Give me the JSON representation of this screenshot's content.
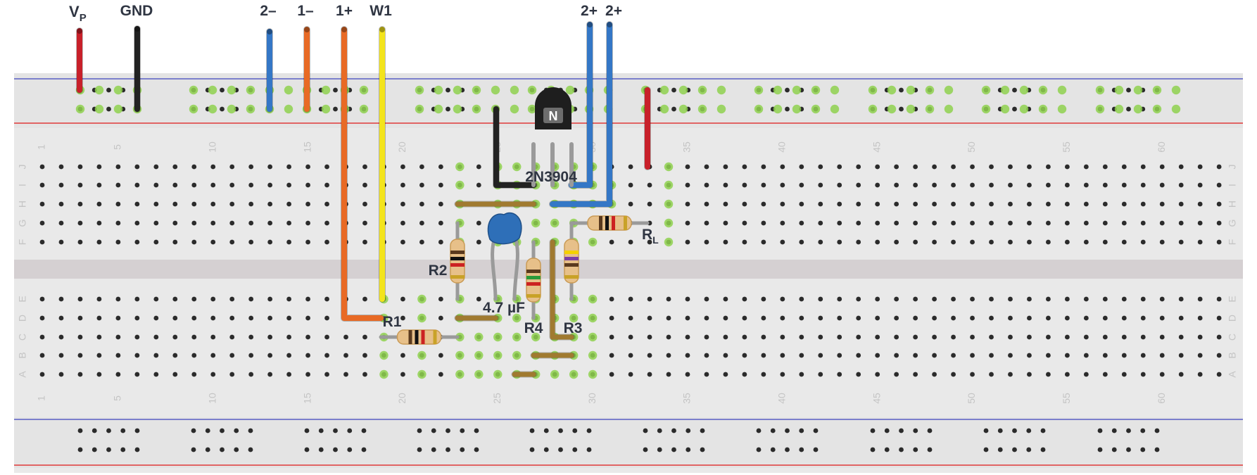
{
  "wire_labels": [
    {
      "text": "V",
      "sub": "P"
    },
    {
      "text": "GND"
    },
    {
      "text": "2–"
    },
    {
      "text": "1–"
    },
    {
      "text": "1+"
    },
    {
      "text": "W1"
    },
    {
      "text": "2+"
    },
    {
      "text": "2+"
    }
  ],
  "component_labels": {
    "transistor": "2N3904",
    "transistor_mark": "N",
    "rl": {
      "text": "R",
      "sub": "L"
    },
    "r2": "R2",
    "r1": "R1",
    "capacitor": "4.7 µF",
    "r4": "R4",
    "r3": "R3"
  },
  "row_letters_top": [
    "J",
    "I",
    "H",
    "G",
    "F"
  ],
  "row_letters_bottom": [
    "E",
    "D",
    "C",
    "B",
    "A"
  ],
  "column_numbers": [
    "1",
    "5",
    "10",
    "15",
    "20",
    "25",
    "30",
    "35",
    "40",
    "45",
    "50",
    "55",
    "60"
  ],
  "colors": {
    "board": "#e9e9e9",
    "rail_blue": "#5a5fc4",
    "rail_red": "#e03a3a",
    "hole": "#2b2b2b",
    "active_hole": "#8fd14f",
    "wire_red": "#c8202a",
    "wire_black": "#222222",
    "wire_blue": "#3477c6",
    "wire_orange": "#e86a25",
    "wire_yellow": "#f3e41c",
    "jumper_brown": "#a07a30",
    "lead_gray": "#9a9a9a"
  }
}
